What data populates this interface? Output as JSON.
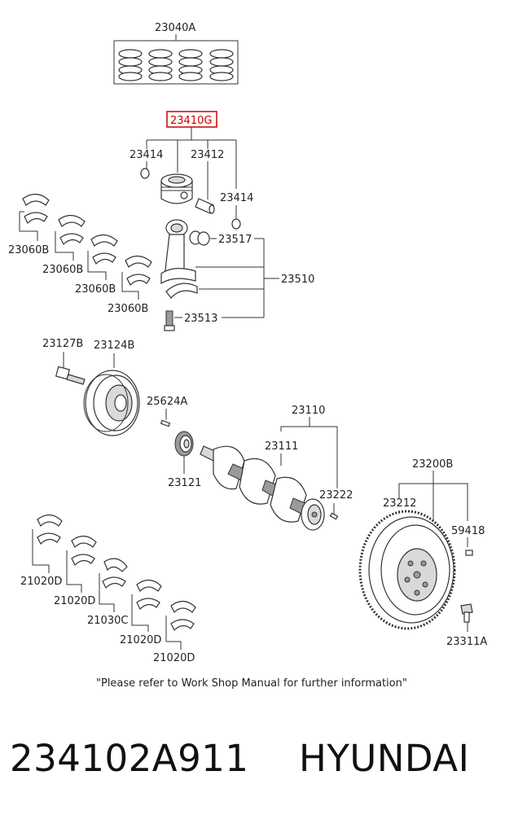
{
  "labels": {
    "l_23040A": "23040A",
    "l_23410G": "23410G",
    "l_23414a": "23414",
    "l_23412": "23412",
    "l_23414b": "23414",
    "l_23517": "23517",
    "l_23510": "23510",
    "l_23513": "23513",
    "l_23060B_1": "23060B",
    "l_23060B_2": "23060B",
    "l_23060B_3": "23060B",
    "l_23060B_4": "23060B",
    "l_23127B": "23127B",
    "l_23124B": "23124B",
    "l_25624A": "25624A",
    "l_23110": "23110",
    "l_23111": "23111",
    "l_23121": "23121",
    "l_23222": "23222",
    "l_23200B": "23200B",
    "l_23212": "23212",
    "l_59418": "59418",
    "l_23311A": "23311A",
    "l_21020D_1": "21020D",
    "l_21020D_2": "21020D",
    "l_21030C": "21030C",
    "l_21020D_3": "21020D",
    "l_21020D_4": "21020D"
  },
  "note": "\"Please refer to Work Shop Manual for further information\"",
  "footer": {
    "part_number": "234102A911",
    "brand": "HYUNDAI"
  },
  "colors": {
    "highlight": "#cc0000",
    "line": "#333333"
  }
}
